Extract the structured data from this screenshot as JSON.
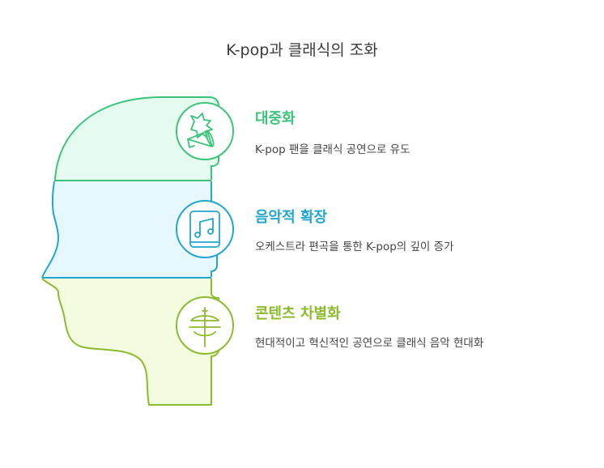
{
  "title": "K-pop과 클래식의 조화",
  "sections": [
    {
      "title": "대중화",
      "description": "K-pop 팬을 클래식 공연으로 유도",
      "icon": "megaphone-icon",
      "color": "#3cc57a",
      "fill": "#e6fbef"
    },
    {
      "title": "음악적 확장",
      "description": "오케스트라 편곡을 통한 K-pop의 깊이 증가",
      "icon": "music-book-icon",
      "color": "#22a6d0",
      "fill": "#e6f7fe"
    },
    {
      "title": "콘텐츠 차별화",
      "description": "현대적이고 혁신적인 공연으로 클래식 음악 현대화",
      "icon": "cymbal-icon",
      "color": "#8cbb2e",
      "fill": "#f4fce0"
    }
  ]
}
